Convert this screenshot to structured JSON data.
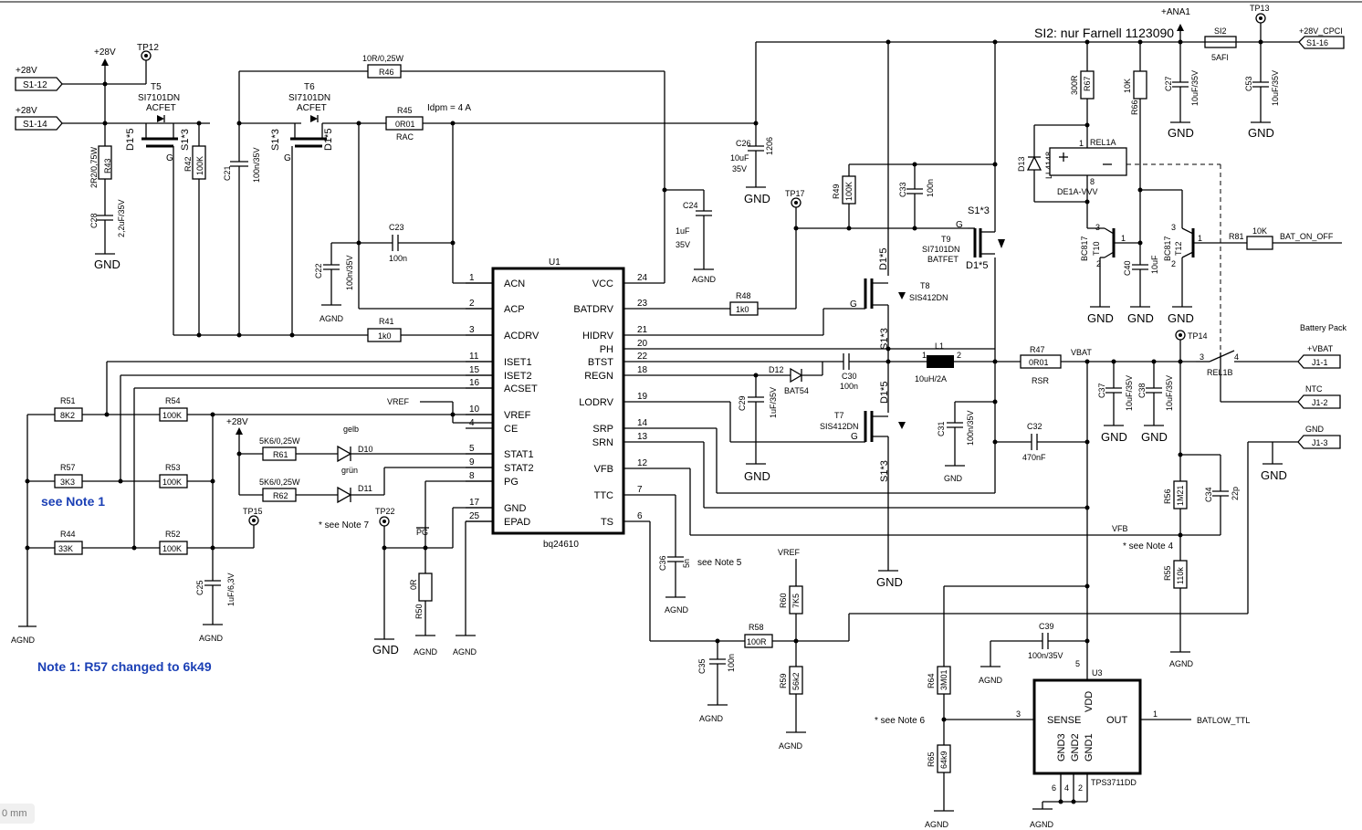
{
  "title": "SI2: nur Farnell 1123090",
  "zoom_readout": "0 mm",
  "notes": {
    "see_note_1": "see Note 1",
    "note_1": "Note 1: R57 changed to 6k49",
    "note_4": "* see Note 4",
    "note_5": "see Note 5",
    "note_6": "* see Note 6",
    "note_7": "* see Note 7",
    "idpm": "Idpm = 4 A",
    "battery_pack": "Battery Pack"
  },
  "connectors": {
    "s1_12": "S1-12",
    "s1_14": "S1-14",
    "s1_16": "S1-16",
    "j1_1": "J1-1",
    "j1_2": "J1-2",
    "j1_3": "J1-3"
  },
  "nets": {
    "p28v": "+28V",
    "ana1": "+ANA1",
    "p28v_cpci": "+28V_CPCI",
    "pvbat": "+VBAT",
    "ntc": "NTC",
    "gnd": "GND",
    "agnd": "AGND",
    "vref": "VREF",
    "vbat": "VBAT",
    "vfb": "VFB",
    "bat_on_off": "BAT_ON_OFF",
    "batlow_ttl": "BATLOW_TTL",
    "pg": "PG"
  },
  "testpoints": {
    "tp12": "TP12",
    "tp13": "TP13",
    "tp14": "TP14",
    "tp15": "TP15",
    "tp17": "TP17",
    "tp22": "TP22"
  },
  "u1": {
    "ref": "U1",
    "part": "bq24610",
    "left_pins": [
      {
        "num": "1",
        "name": "ACN"
      },
      {
        "num": "2",
        "name": "ACP"
      },
      {
        "num": "3",
        "name": "ACDRV"
      },
      {
        "num": "11",
        "name": "ISET1"
      },
      {
        "num": "15",
        "name": "ISET2"
      },
      {
        "num": "16",
        "name": "ACSET"
      },
      {
        "num": "10",
        "name": "VREF"
      },
      {
        "num": "4",
        "name": "CE"
      },
      {
        "num": "5",
        "name": "STAT1"
      },
      {
        "num": "9",
        "name": "STAT2"
      },
      {
        "num": "8",
        "name": "PG"
      },
      {
        "num": "17",
        "name": "GND"
      },
      {
        "num": "25",
        "name": "EPAD"
      }
    ],
    "right_pins": [
      {
        "num": "24",
        "name": "VCC"
      },
      {
        "num": "23",
        "name": "BATDRV"
      },
      {
        "num": "21",
        "name": "HIDRV"
      },
      {
        "num": "20",
        "name": "PH"
      },
      {
        "num": "22",
        "name": "BTST"
      },
      {
        "num": "18",
        "name": "REGN"
      },
      {
        "num": "19",
        "name": "LODRV"
      },
      {
        "num": "14",
        "name": "SRP"
      },
      {
        "num": "13",
        "name": "SRN"
      },
      {
        "num": "12",
        "name": "VFB"
      },
      {
        "num": "7",
        "name": "TTC"
      },
      {
        "num": "6",
        "name": "TS"
      }
    ]
  },
  "u3": {
    "ref": "U3",
    "part": "TPS3711DD",
    "pins": {
      "sense": "SENSE",
      "vdd": "VDD",
      "out": "OUT",
      "gnd3": "GND3",
      "gnd2": "GND2",
      "gnd1": "GND1"
    },
    "pin_nums": {
      "sense": "3",
      "vdd": "5",
      "out": "1",
      "g6": "6",
      "g4": "4",
      "g2": "2"
    }
  },
  "resistors": {
    "r41": {
      "ref": "R41",
      "val": "1k0"
    },
    "r42": {
      "ref": "R42",
      "val": "100K"
    },
    "r43": {
      "ref": "R43",
      "val": "2R2/0,75W"
    },
    "r44": {
      "ref": "R44",
      "val": "33K"
    },
    "r45": {
      "ref": "R45",
      "val": "0R01",
      "note": "RAC"
    },
    "r46": {
      "ref": "R46",
      "val": "10R/0,25W"
    },
    "r47": {
      "ref": "R47",
      "val": "0R01",
      "note": "RSR"
    },
    "r48": {
      "ref": "R48",
      "val": "1k0"
    },
    "r49": {
      "ref": "R49",
      "val": "100K"
    },
    "r50": {
      "ref": "R50",
      "val": "0R"
    },
    "r51": {
      "ref": "R51",
      "val": "8K2"
    },
    "r52": {
      "ref": "R52",
      "val": "100K"
    },
    "r53": {
      "ref": "R53",
      "val": "100K"
    },
    "r54": {
      "ref": "R54",
      "val": "100K"
    },
    "r55": {
      "ref": "R55",
      "val": "110k"
    },
    "r56": {
      "ref": "R56",
      "val": "1M21"
    },
    "r57": {
      "ref": "R57",
      "val": "3K3"
    },
    "r58": {
      "ref": "R58",
      "val": "100R"
    },
    "r59": {
      "ref": "R59",
      "val": "56k2"
    },
    "r60": {
      "ref": "R60",
      "val": "7K5"
    },
    "r61": {
      "ref": "R61",
      "val": "5K6/0,25W"
    },
    "r62": {
      "ref": "R62",
      "val": "5K6/0,25W"
    },
    "r64": {
      "ref": "R64",
      "val": "3M01"
    },
    "r65": {
      "ref": "R65",
      "val": "64k9"
    },
    "r66": {
      "ref": "R66",
      "val": "10K"
    },
    "r67": {
      "ref": "R67",
      "val": "300R"
    },
    "r81": {
      "ref": "R81",
      "val": "10K"
    }
  },
  "capacitors": {
    "c21": {
      "ref": "C21",
      "val": "100n/35V"
    },
    "c22": {
      "ref": "C22",
      "val": "100n/35V"
    },
    "c23": {
      "ref": "C23",
      "val": "100n"
    },
    "c24": {
      "ref": "C24",
      "val": "1uF",
      "val2": "35V"
    },
    "c25": {
      "ref": "C25",
      "val": "1uF/6,3V"
    },
    "c26": {
      "ref": "C26",
      "val": "10uF",
      "val2": "35V",
      "pkg": "1206"
    },
    "c27": {
      "ref": "C27",
      "val": "10uF/35V"
    },
    "c28": {
      "ref": "C28",
      "val": "2,2uF/35V"
    },
    "c29": {
      "ref": "C29",
      "val": "1uF/35V"
    },
    "c30": {
      "ref": "C30",
      "val": "100n"
    },
    "c31": {
      "ref": "C31",
      "val": "100n/35V"
    },
    "c32": {
      "ref": "C32",
      "val": "470nF"
    },
    "c33": {
      "ref": "C33",
      "val": "100n"
    },
    "c34": {
      "ref": "C34",
      "val": "22p"
    },
    "c35": {
      "ref": "C35",
      "val": "100n"
    },
    "c36": {
      "ref": "C36",
      "val": "5n"
    },
    "c37": {
      "ref": "C37",
      "val": "10uF/35V"
    },
    "c38": {
      "ref": "C38",
      "val": "10uF/35V"
    },
    "c39": {
      "ref": "C39",
      "val": "100n/35V"
    },
    "c40": {
      "ref": "C40",
      "val": "10uF"
    },
    "c53": {
      "ref": "C53",
      "val": "10uF/35V"
    }
  },
  "semis": {
    "t5": {
      "ref": "T5",
      "part": "SI7101DN",
      "role": "ACFET"
    },
    "t6": {
      "ref": "T6",
      "part": "SI7101DN",
      "role": "ACFET"
    },
    "t7": {
      "ref": "T7",
      "part": "SIS412DN"
    },
    "t8": {
      "ref": "T8",
      "part": "SIS412DN"
    },
    "t9": {
      "ref": "T9",
      "part": "SI7101DN",
      "role": "BATFET"
    },
    "t10": {
      "ref": "T10",
      "part": "BC817"
    },
    "t12": {
      "ref": "T12",
      "part": "BC817"
    },
    "d10": {
      "ref": "D10",
      "color": "gelb"
    },
    "d11": {
      "ref": "D11",
      "color": "grün"
    },
    "d12": {
      "ref": "D12",
      "part": "BAT54"
    },
    "d13": {
      "ref": "D13",
      "part": "LL4148"
    },
    "l1": {
      "ref": "L1",
      "val": "10uH/2A"
    },
    "rel1a": {
      "ref": "REL1A",
      "part": "DE1A-VVV"
    },
    "rel1b": {
      "ref": "REL1B"
    },
    "si2": {
      "ref": "SI2",
      "val": "5AFl"
    }
  },
  "pin_labels": {
    "d1x5": "D1*5",
    "s1x3": "S1*3",
    "g": "G",
    "p1": "1",
    "p2": "2",
    "p3": "3",
    "p4": "4",
    "p8": "8"
  }
}
